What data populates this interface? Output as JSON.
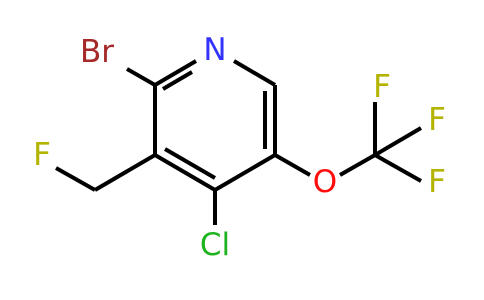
{
  "colors": {
    "bond": "#000000",
    "N": "#3333ff",
    "Br": "#a62929",
    "F": "#b3b300",
    "Cl": "#1fb31f",
    "O": "#ff0d0d"
  },
  "atoms": {
    "N": "N",
    "Br": "Br",
    "F1": "F",
    "Cl": "Cl",
    "O": "O",
    "F2": "F",
    "F3": "F",
    "F4": "F"
  }
}
